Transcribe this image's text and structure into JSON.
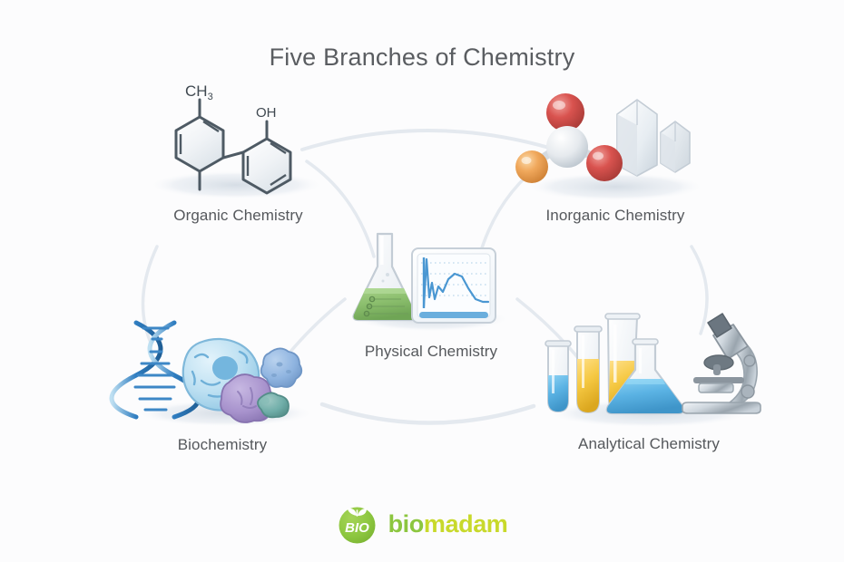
{
  "page": {
    "title": "Five Branches of Chemistry",
    "background_color": "#fcfcfd",
    "title_color": "#5a5d61",
    "label_color": "#55585c",
    "connector_color": "#e3e8ee"
  },
  "branches": [
    {
      "id": "organic",
      "label": "Organic Chemistry",
      "icon": "biphenyl-molecule-icon",
      "annotations": [
        "CH",
        "3",
        "OH"
      ],
      "colors": {
        "outline": "#4a5560",
        "fill": "#eef2f5"
      }
    },
    {
      "id": "inorganic",
      "label": "Inorganic Chemistry",
      "icon": "molecule-crystals-icon",
      "colors": {
        "red": "#d5534e",
        "orange": "#f0a85c",
        "white": "#e9edf0",
        "crystal": "#dde4ea"
      }
    },
    {
      "id": "physical",
      "label": "Physical Chemistry",
      "icon": "flask-spectrum-icon",
      "colors": {
        "liquid": "#8cbf6e",
        "chart": "#4a97d2",
        "glass": "#eef2f5"
      }
    },
    {
      "id": "biochemistry",
      "label": "Biochemistry",
      "icon": "dna-cell-protein-icon",
      "colors": {
        "dna": "#2f7dc0",
        "cell": "#b9ddef",
        "protein_purple": "#a893cd",
        "protein_teal": "#6fada8",
        "protein_blue": "#8fb4e0"
      }
    },
    {
      "id": "analytical",
      "label": "Analytical Chemistry",
      "icon": "test-tubes-microscope-icon",
      "colors": {
        "blue_liquid": "#5bb3e4",
        "yellow_liquid": "#f5c842",
        "microscope": "#c3cad1",
        "glass": "#f2f5f8"
      }
    }
  ],
  "connections": [
    {
      "from": "organic",
      "to": "inorganic"
    },
    {
      "from": "organic",
      "to": "physical"
    },
    {
      "from": "inorganic",
      "to": "physical"
    },
    {
      "from": "organic",
      "to": "biochemistry"
    },
    {
      "from": "inorganic",
      "to": "analytical"
    },
    {
      "from": "physical",
      "to": "biochemistry"
    },
    {
      "from": "physical",
      "to": "analytical"
    },
    {
      "from": "biochemistry",
      "to": "analytical"
    }
  ],
  "logo": {
    "badge_text": "BIO",
    "word_first": "bio",
    "word_second": "madam",
    "badge_color": "#8cc63f",
    "word_first_color": "#8cc63f",
    "word_second_color": "#c8d92b"
  }
}
